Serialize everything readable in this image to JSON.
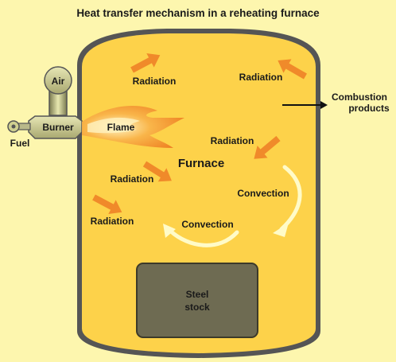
{
  "title": "Heat transfer mechanism in a reheating furnace",
  "labels": {
    "air": "Air",
    "burner": "Burner",
    "fuel": "Fuel",
    "flame": "Flame",
    "furnace": "Furnace",
    "combustion_line1": "Combustion",
    "combustion_line2": "products",
    "steel_line1": "Steel",
    "steel_line2": "stock",
    "radiation_top_left": "Radiation",
    "radiation_top_right": "Radiation",
    "radiation_middle_right": "Radiation",
    "radiation_middle_left": "Radiation",
    "radiation_bottom_left": "Radiation",
    "convection_right": "Convection",
    "convection_bottom": "Convection"
  },
  "colors": {
    "background": "#fdf6ae",
    "furnace_fill": "#fdd24a",
    "furnace_wall": "#555555",
    "radiation_arrow": "#f08a2a",
    "convection_arrow": "#fffbc8",
    "steel_fill": "#6e6b52",
    "burner_fill": "#cfcf90"
  }
}
